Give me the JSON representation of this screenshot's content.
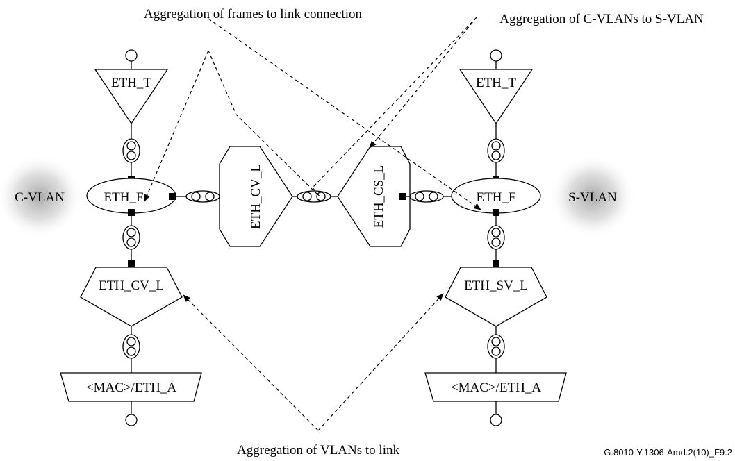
{
  "annotations": {
    "top_left": "Aggregation of frames to link connection",
    "top_right": "Aggregation of C-VLANs to S-VLAN",
    "bottom": "Aggregation of VLANs to link"
  },
  "regions": {
    "left": "C-VLAN",
    "right": "S-VLAN"
  },
  "left_stack": {
    "termination": "ETH_T",
    "flow": "ETH_F",
    "adaptation": "ETH_CV_L",
    "access": "<MAC>/ETH_A"
  },
  "right_stack": {
    "termination": "ETH_T",
    "flow": "ETH_F",
    "adaptation": "ETH_SV_L",
    "access": "<MAC>/ETH_A"
  },
  "middle": {
    "left_adaptation": "ETH_CV_L",
    "right_adaptation": "ETH_CS_L"
  },
  "figure_id": "G.8010-Y.1306-Amd.2(10)_F9.2",
  "colors": {
    "line": "#000000",
    "halo": "#9a9a9a",
    "background": "#ffffff"
  }
}
